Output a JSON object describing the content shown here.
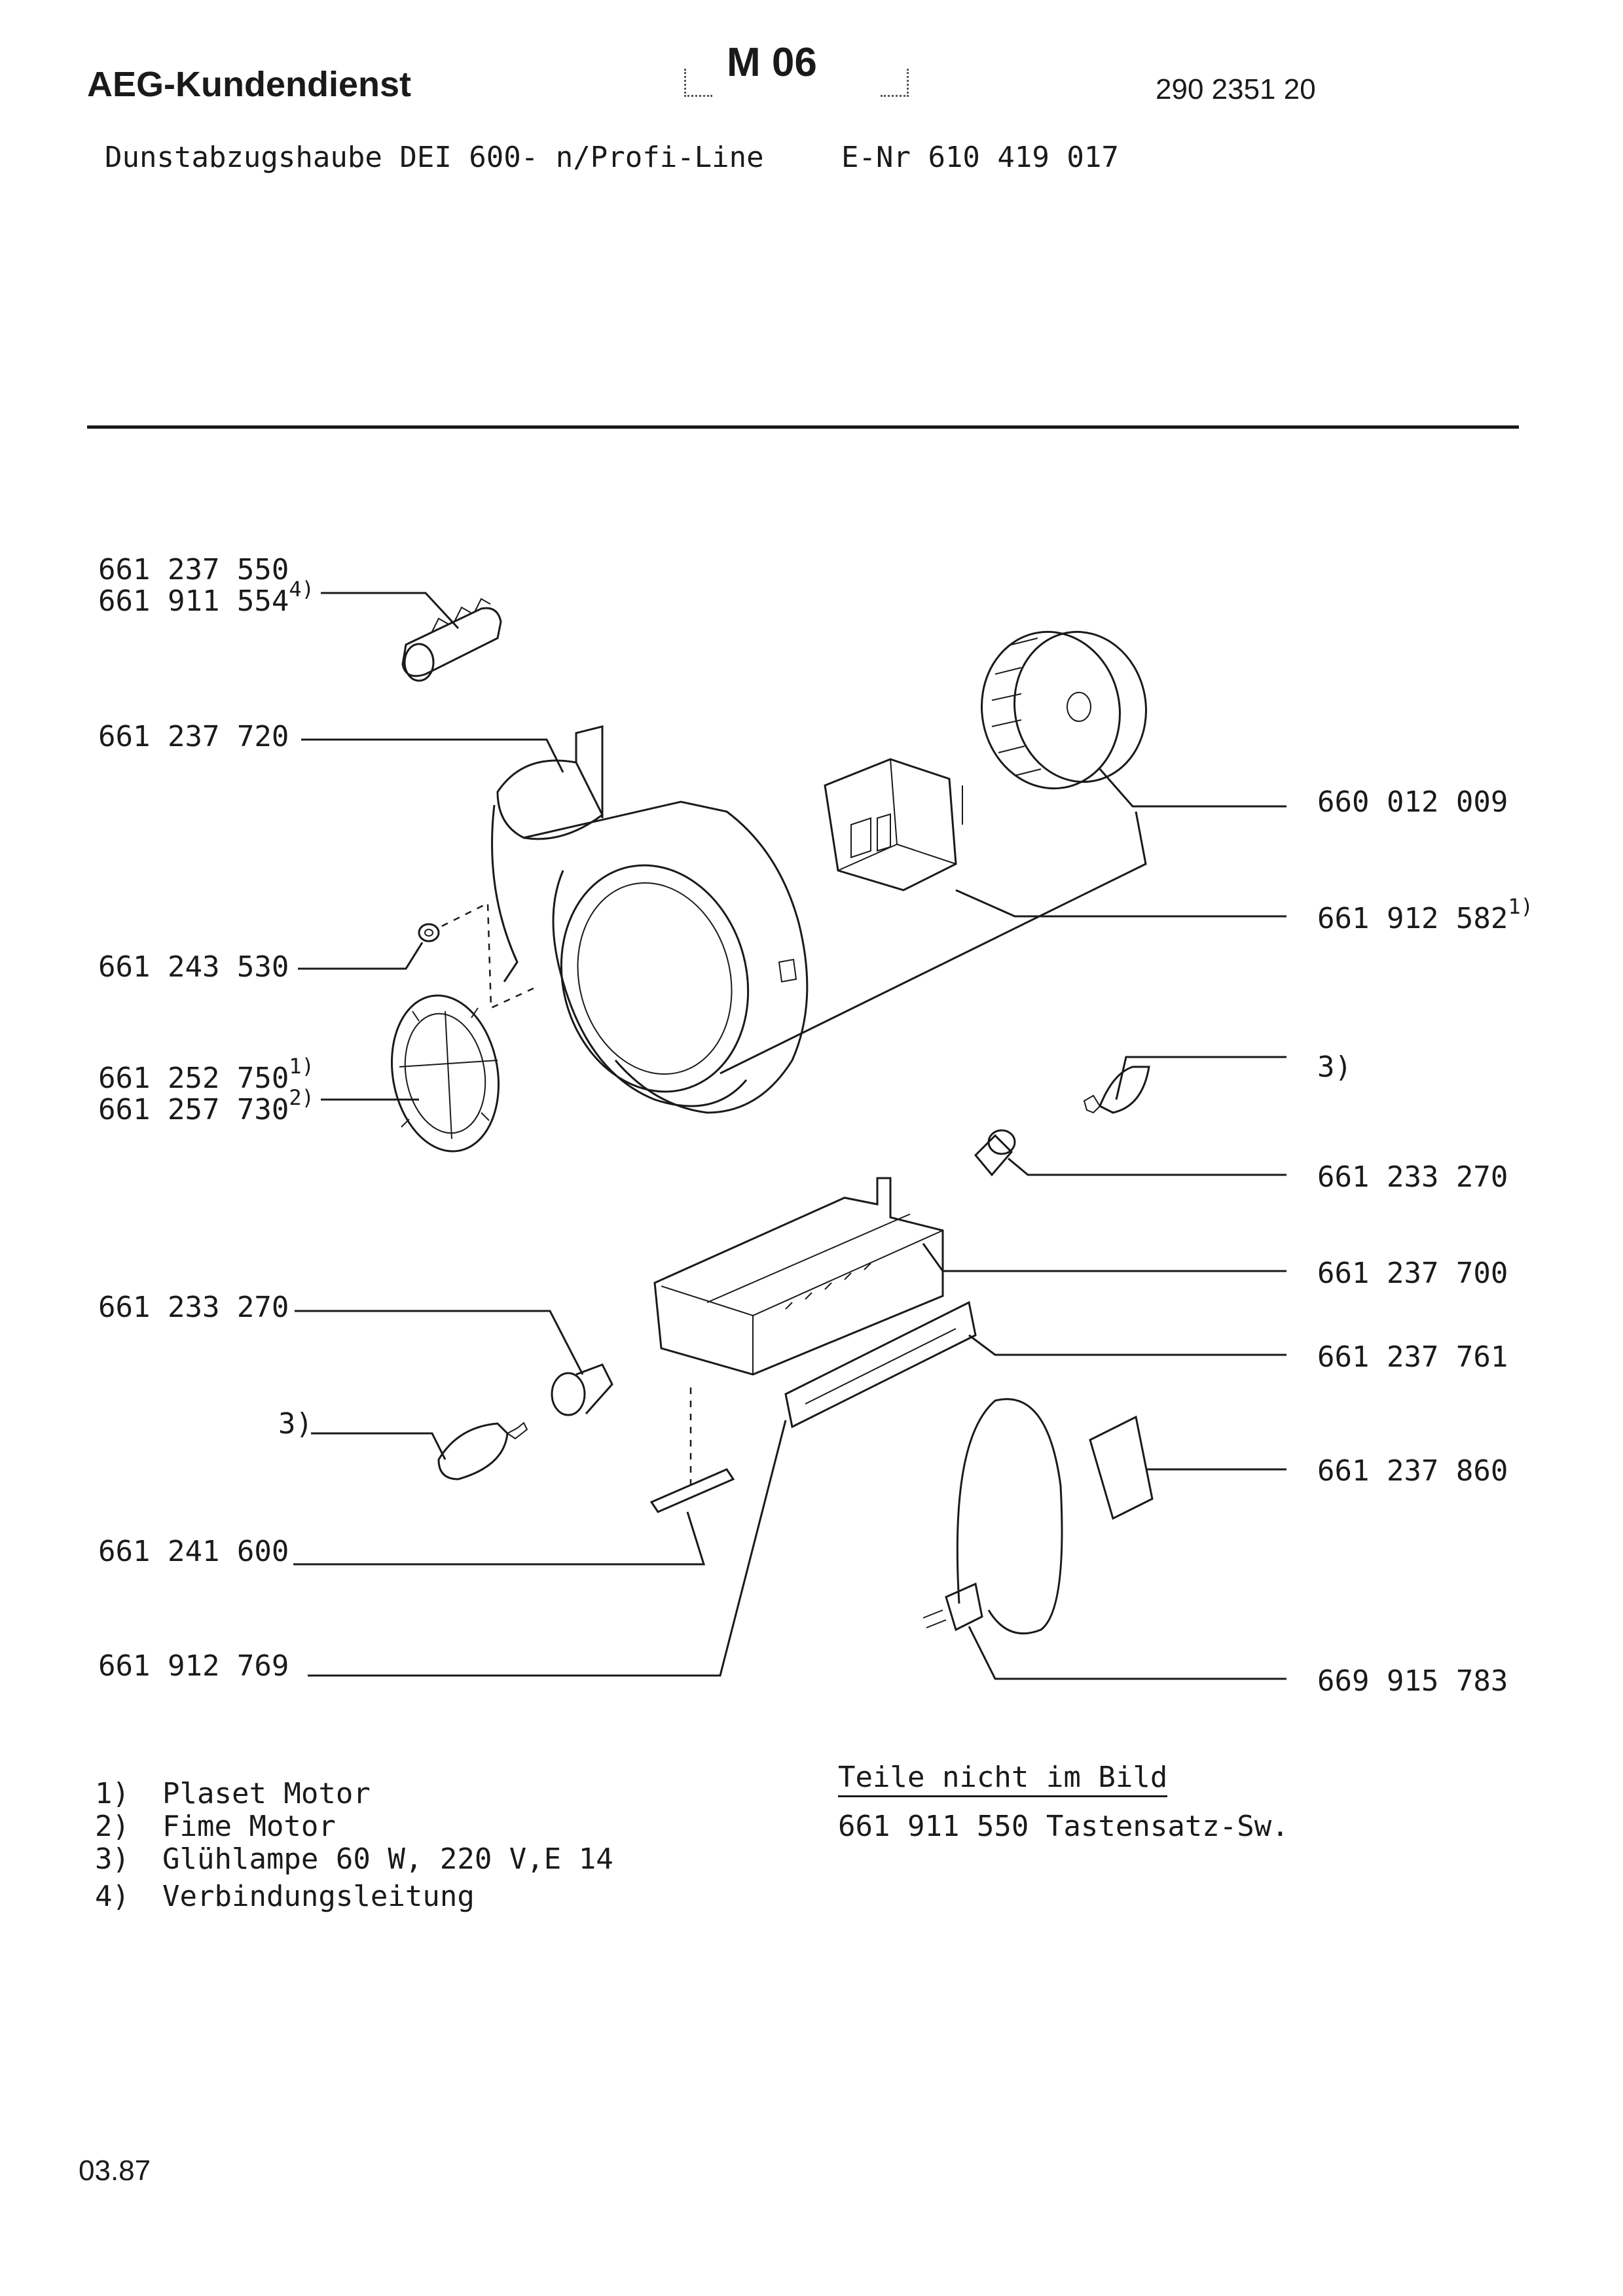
{
  "header": {
    "brand": "AEG-Kundendienst",
    "model_code": "M 06",
    "doc_number": "290 2351 20",
    "product": "Dunstabzugshaube  DEI  600- n/Profi-Line",
    "enr": "E-Nr 610 419 017"
  },
  "parts": {
    "p1a": "661 237 550",
    "p1b": "661 911 554",
    "p1b_ref": "4)",
    "p2": "661 237 720",
    "p3": "661 243 530",
    "p4a": "661 252 750",
    "p4a_ref": "1)",
    "p4b": "661 257 730",
    "p4b_ref": "2)",
    "p5": "661 233 270",
    "p6_ref": "3)",
    "p7": "661 241 600",
    "p8": "661 912 769",
    "r1": "660 012 009",
    "r2": "661 912 582",
    "r2_ref": "1)",
    "r3_ref": "3)",
    "r4": "661 233 270",
    "r5": "661 237 700",
    "r6": "661 237 761",
    "r7": "661 237 860",
    "r8": "669 915 783"
  },
  "notes": [
    {
      "num": "1)",
      "text": "Plaset Motor"
    },
    {
      "num": "2)",
      "text": "Fime Motor"
    },
    {
      "num": "3)",
      "text": "Glühlampe 60 W, 220 V,E 14"
    },
    {
      "num": "4)",
      "text": "Verbindungsleitung"
    }
  ],
  "not_shown": {
    "title": "Teile nicht im Bild",
    "item": "661 911 550 Tastensatz-Sw."
  },
  "footer": {
    "date": "03.87"
  }
}
